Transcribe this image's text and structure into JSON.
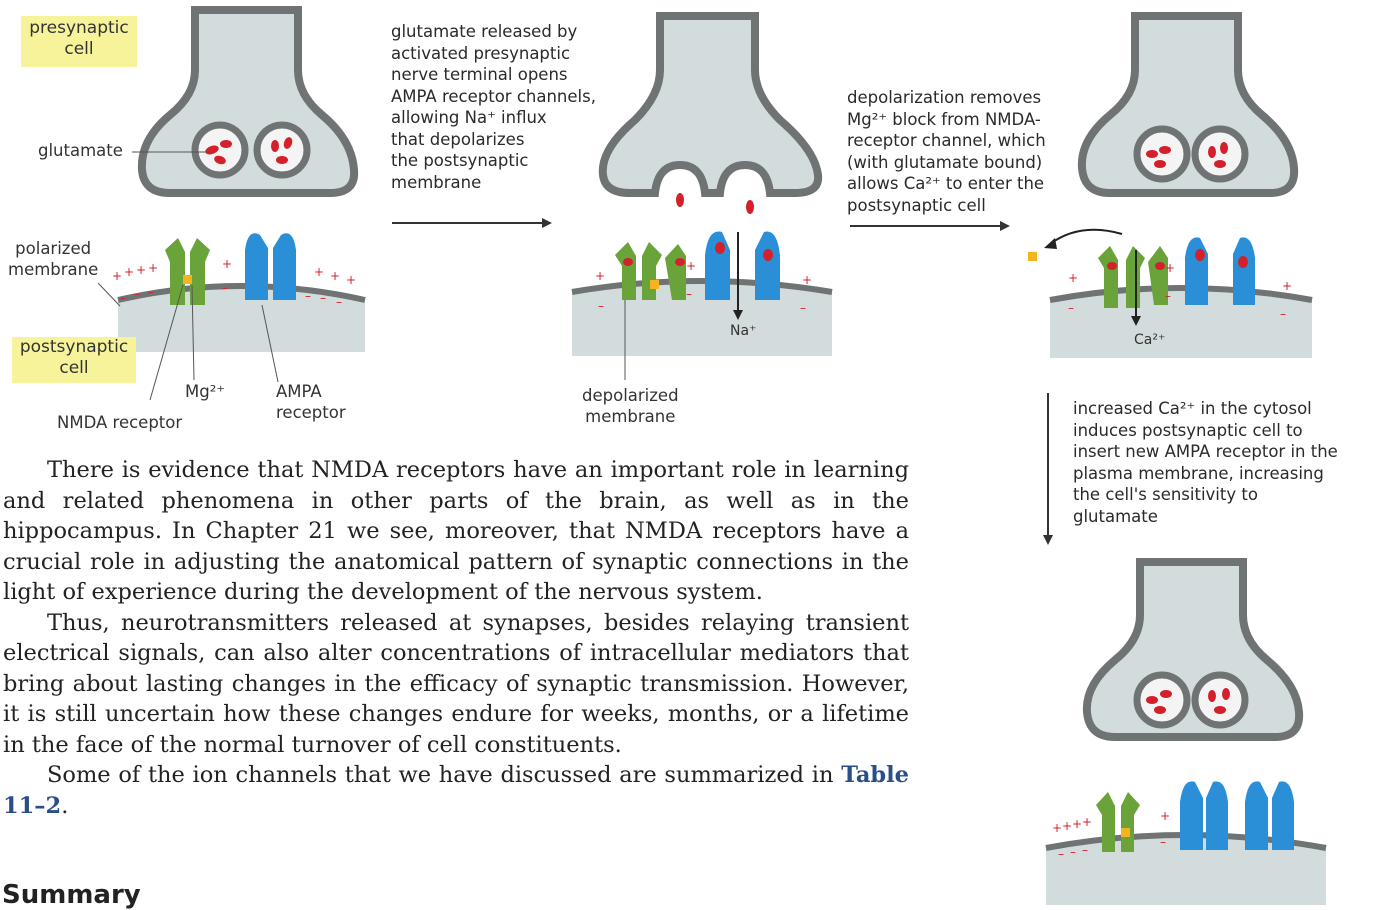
{
  "labels": {
    "presynaptic_cell": "presynaptic\ncell",
    "glutamate": "glutamate",
    "polarized_membrane": "polarized\nmembrane",
    "postsynaptic_cell": "postsynaptic\ncell",
    "mg": "Mg²⁺",
    "nmda_receptor": "NMDA receptor",
    "ampa_receptor": "AMPA\nreceptor",
    "depolarized_membrane": "depolarized\nmembrane",
    "na_ion": "Na⁺",
    "ca_ion": "Ca²⁺"
  },
  "steps": {
    "step1": "glutamate released by\nactivated presynaptic\nnerve terminal opens\nAMPA receptor channels,\nallowing Na⁺ influx\nthat depolarizes\nthe postsynaptic\nmembrane",
    "step2": "depolarization removes\nMg²⁺ block from NMDA-\nreceptor channel, which\n(with glutamate bound)\nallows Ca²⁺ to enter the\npostsynaptic cell",
    "step3": "increased Ca²⁺ in the cytosol\ninduces postsynaptic cell to\ninsert new AMPA receptor in the\nplasma membrane, increasing\nthe cell's sensitivity to\nglutamate"
  },
  "body": {
    "p1": "There is evidence that NMDA receptors have an important role in learning and related phenomena in other parts of the brain, as well as in the hippocampus. In Chapter 21 we see, moreover, that NMDA receptors have a crucial role in adjusting the anatomical pattern of synaptic connections in the light of experience during the development of the nervous system.",
    "p2": "Thus, neurotransmitters released at synapses, besides relaying transient electrical signals, can also alter concentrations of intracellular mediators that bring about lasting changes in the efficacy of synaptic transmission. However, it is still uncertain how these changes endure for weeks, months, or a lifetime in the face of the normal turnover of cell constituents.",
    "p3_before": "Some of the ion channels that we have discussed are summarized in ",
    "p3_link": "Table 11–2",
    "p3_after": "."
  },
  "heading": "Summary",
  "colors": {
    "cell_fill": "#d3dcdc",
    "cell_outline": "#6f7373",
    "nmda_green": "#6aa33a",
    "ampa_blue": "#2b8fd8",
    "glutamate_red": "#d4202a",
    "mg_yellow": "#f3b41d",
    "highlight_yellow": "#f6f39a",
    "link_blue": "#2a4e8a"
  }
}
